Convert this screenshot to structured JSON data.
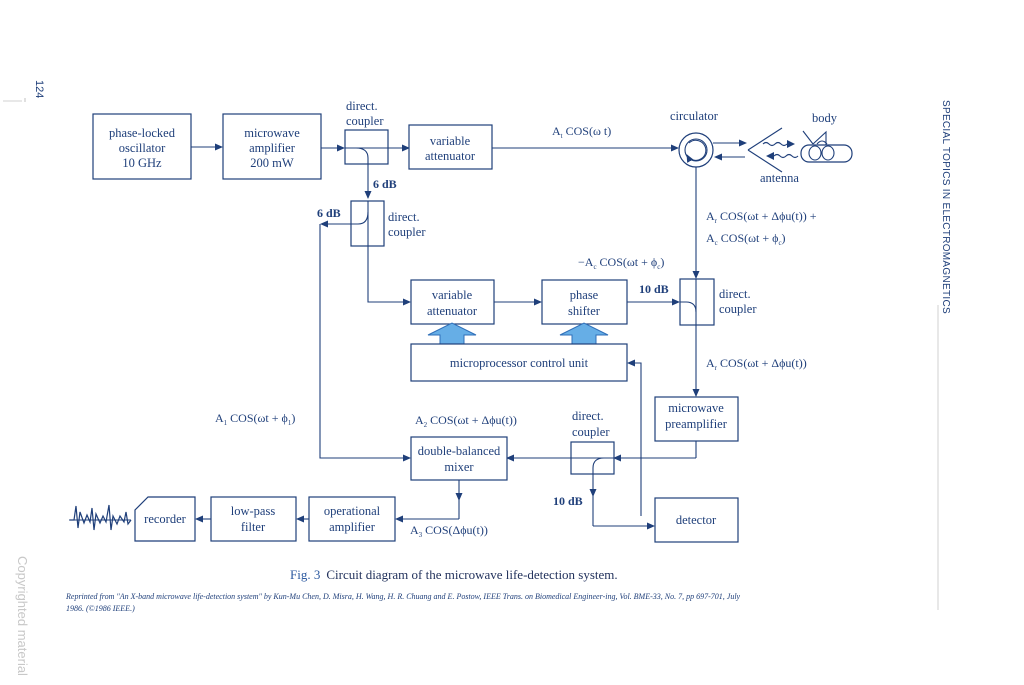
{
  "page": {
    "number": "124",
    "side_title": "SPECIAL TOPICS IN ELECTROMAGNETICS",
    "watermark": "Copyrighted material"
  },
  "blocks": {
    "oscillator": [
      "phase-locked",
      "oscillator",
      "10 GHz"
    ],
    "amplifier": [
      "microwave",
      "amplifier",
      "200 mW"
    ],
    "coupler1": [
      "direct.",
      "coupler"
    ],
    "attenuator1": [
      "variable",
      "attenuator"
    ],
    "circulator": "circulator",
    "body": "body",
    "antenna": "antenna",
    "coupler2": [
      "direct.",
      "coupler"
    ],
    "attenuator2": [
      "variable",
      "attenuator"
    ],
    "phase_shifter": [
      "phase",
      "shifter"
    ],
    "coupler3": [
      "direct.",
      "coupler"
    ],
    "control_unit": "microprocessor control unit",
    "preamplifier": [
      "microwave",
      "preamplifier"
    ],
    "coupler4": [
      "direct.",
      "coupler"
    ],
    "mixer": [
      "double-balanced",
      "mixer"
    ],
    "detector": "detector",
    "op_amp": [
      "operational",
      "amplifier"
    ],
    "lpf": [
      "low-pass",
      "filter"
    ],
    "recorder": "recorder"
  },
  "signals": {
    "coupler1_out": "6 dB",
    "coupler2_in": "6 dB",
    "coupler3_in": "10 dB",
    "coupler4_out": "10 dB"
  },
  "caption": {
    "fig": "Fig. 3",
    "text": "Circuit diagram of the microwave life-detection system.",
    "note_line1": "Reprinted from \"An X-band microwave life-detection system\" by Kun-Mu Chen, D. Misra, H. Wang, H. R. Chuang and E. Postow, IEEE Trans. on Biomedical Engineer-ing, Vol. BME-33, No. 7, pp 697-701, July",
    "note_line2": "1986. (©1986 IEEE.)"
  }
}
